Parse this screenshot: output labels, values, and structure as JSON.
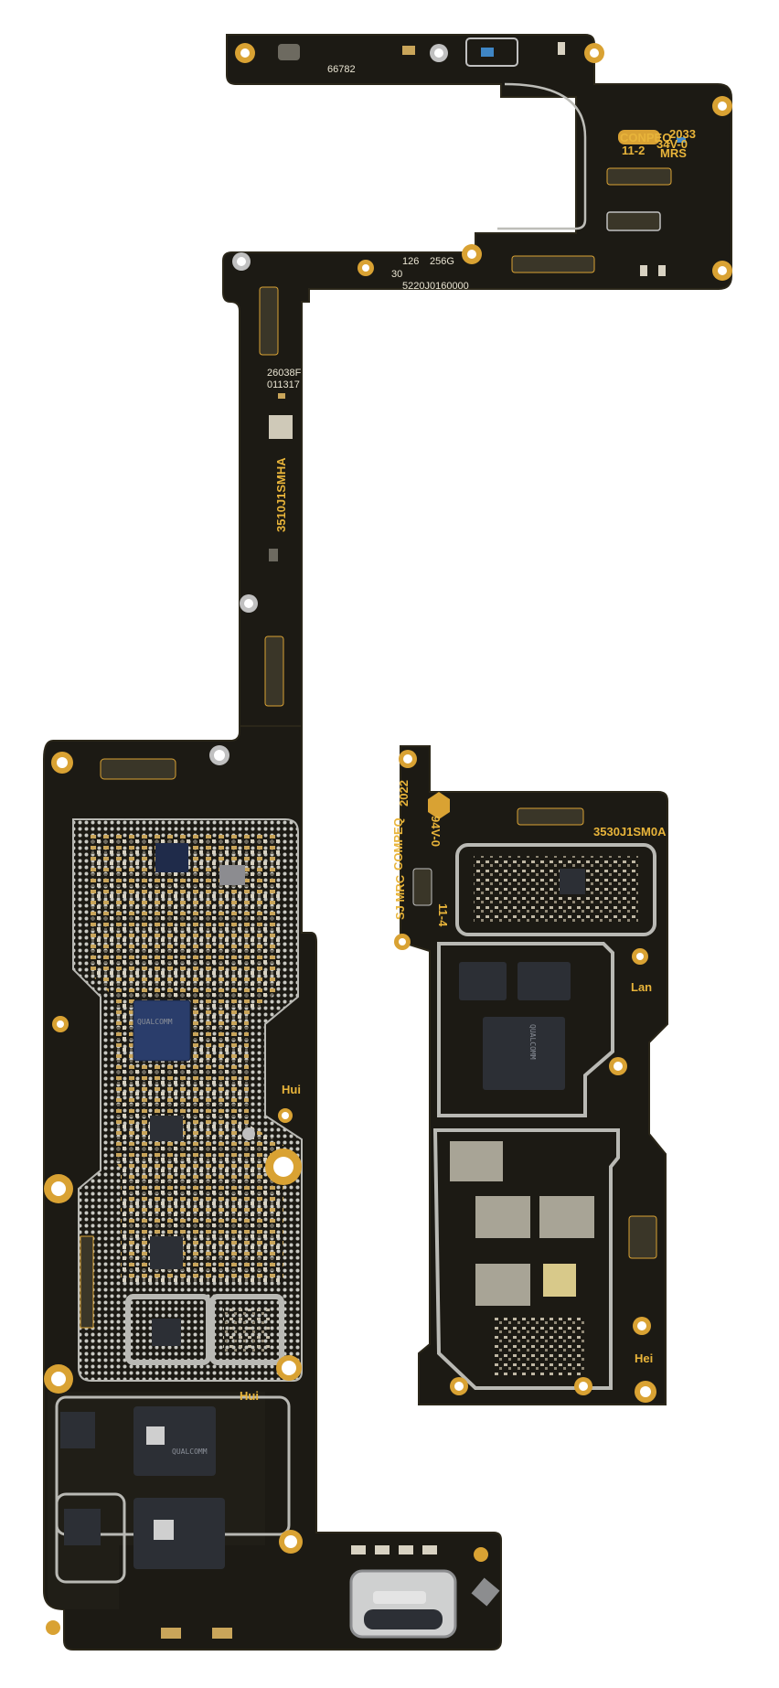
{
  "image": {
    "subject": "smartphone-logic-board",
    "background": "#ffffff",
    "colors": {
      "pcb": "#1c1a14",
      "pcb_edge": "#2a2619",
      "gold": "#d9a233",
      "shield": "#b9b9b4",
      "chip": "#2c2f35",
      "silkscreen": "#e9e4d2"
    }
  },
  "labels": {
    "top_code": "66782",
    "top_right_a": "2033",
    "top_right_b": "11-2",
    "top_right_c": "34V-0",
    "top_right_d": "MRS",
    "top_brand": "CONPEQ",
    "mid_a": "126",
    "mid_b": "30",
    "mid_c": "256G",
    "mid_serial": "5220J0160000",
    "flex_a": "26038F",
    "flex_b": "011317",
    "vertical_code": "3510J1SMHA",
    "main_hui_1": "Hui",
    "main_hui_2": "Hui",
    "right_code": "3530J1SM0A",
    "right_lan": "Lan",
    "right_hei": "Hei",
    "right_year": "2022",
    "right_brand": "COMPEQ",
    "right_cert": "94V-0",
    "right_date": "11-4",
    "right_mrc": "SJ MRC",
    "chip_main": "QUALCOMM",
    "chip_rf": "QUALCOMM",
    "chip_sdr": "QUALCOMM"
  }
}
